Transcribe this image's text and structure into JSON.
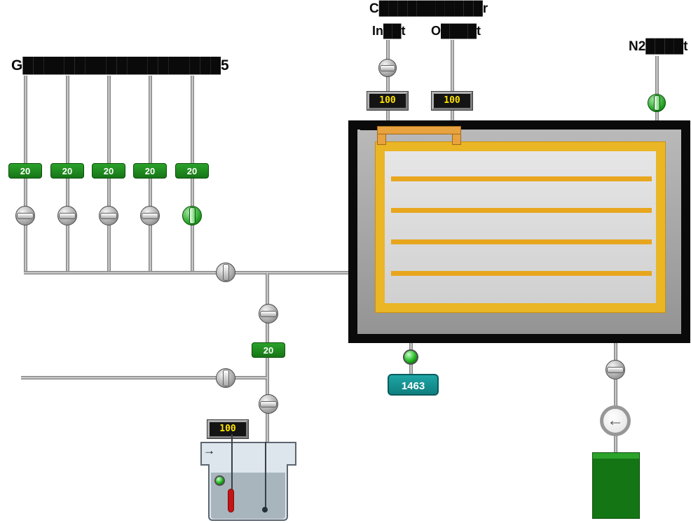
{
  "labels": {
    "gas_bank": "G███████████████████5",
    "cooling_title": "C███████████r",
    "cooling_inlet": "In██t",
    "cooling_outlet": "O████t",
    "n2_inlet": "N2████t"
  },
  "gas": {
    "flows": [
      "20",
      "20",
      "20",
      "20",
      "20"
    ]
  },
  "branch": {
    "flow": "20"
  },
  "cooling": {
    "inlet_flow": "100",
    "outlet_flow": "100"
  },
  "bubbler": {
    "level": "100"
  },
  "furnace": {
    "temperature": "1463"
  },
  "icons": {
    "pump_arrow": "←",
    "inflow_arrow": "→"
  },
  "colors": {
    "setpoint_green": "#1f8c1f",
    "display_yellow": "#ffe400",
    "temp_teal": "#158f8f",
    "heater_yellow": "#eab625",
    "bracket_orange": "#e8a23e",
    "tank_green": "#147514",
    "valve_open_green": "#23a023"
  }
}
